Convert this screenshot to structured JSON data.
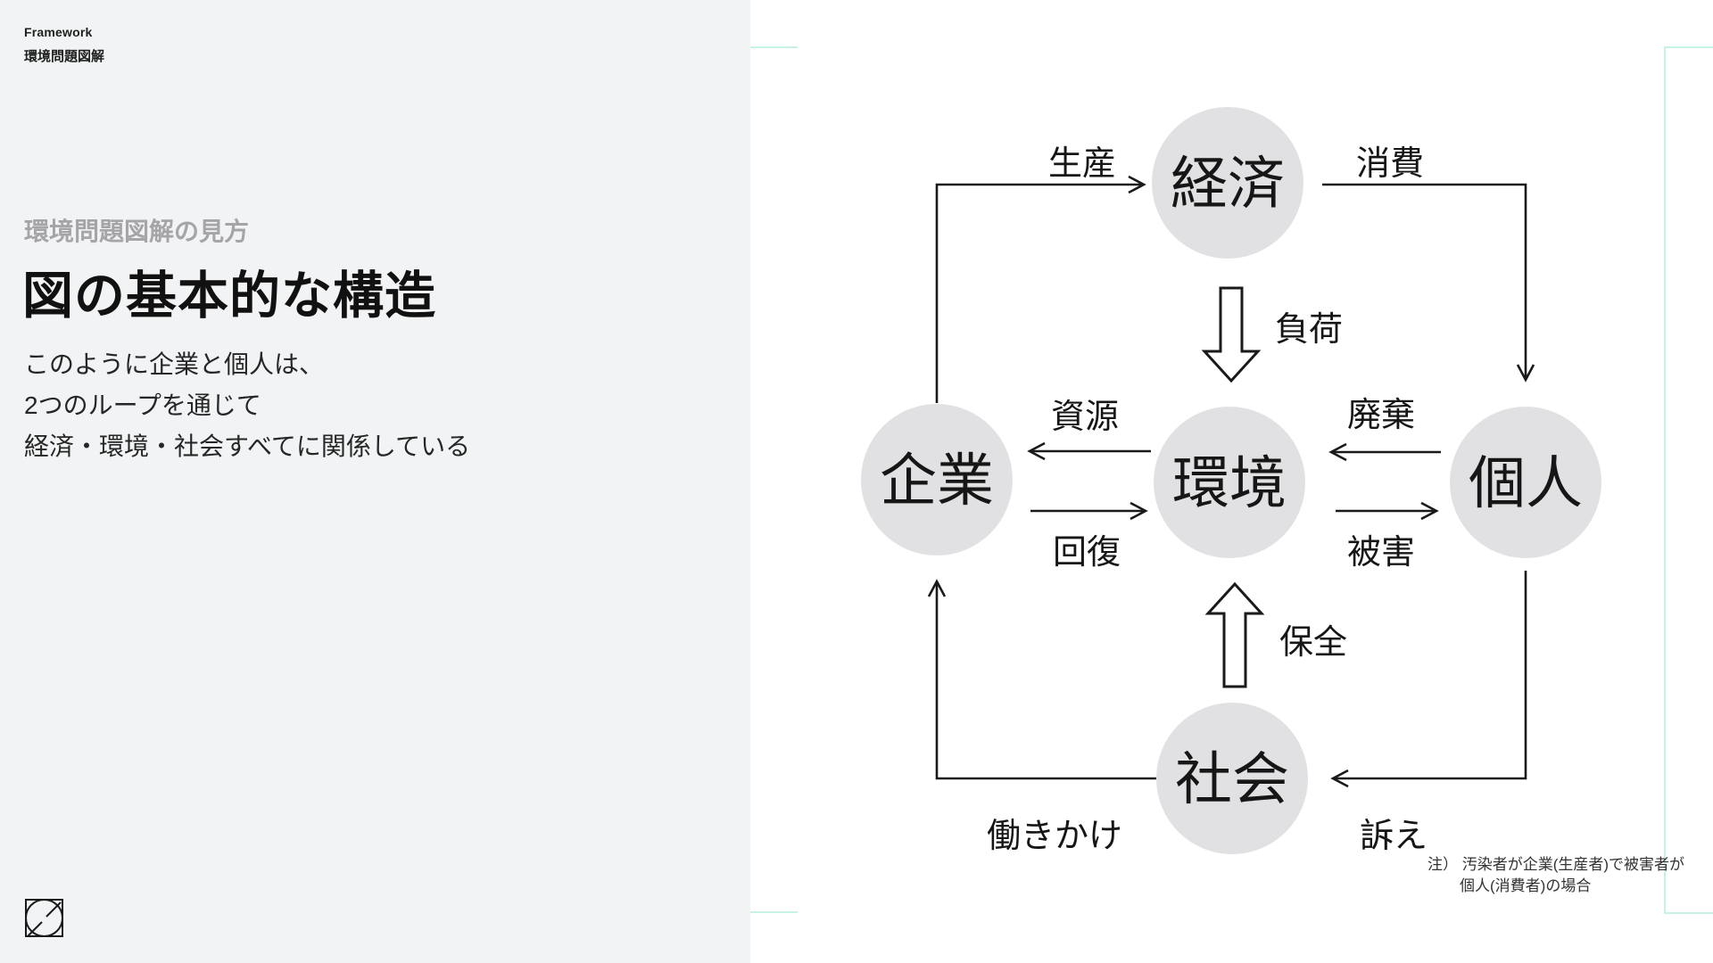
{
  "meta": {
    "eyebrow": "Framework",
    "doc_title": "環境問題図解"
  },
  "left_panel": {
    "kicker": "環境問題図解の見方",
    "title": "図の基本的な構造",
    "body_lines": [
      "このように企業と個人は、",
      "2つのループを通じて",
      "経済・環境・社会すべてに関係している"
    ]
  },
  "diagram": {
    "node_labels": {
      "economy": "経済",
      "company": "企業",
      "environment": "環境",
      "individual": "個人",
      "society": "社会"
    },
    "edge_labels": {
      "production": "生産",
      "consumption": "消費",
      "load": "負荷",
      "resources": "資源",
      "recovery": "回復",
      "disposal": "廃棄",
      "damage": "被害",
      "conservation": "保全",
      "engagement": "働きかけ",
      "appeal": "訴え"
    },
    "note_lines": [
      "注） 汚染者が企業(生産者)で被害者が",
      "個人(消費者)の場合"
    ]
  },
  "colors": {
    "panel_bg": "#f1f3f4",
    "canvas_bg": "#ffffff",
    "node_fill": "#e1e1e3",
    "ink": "#1a1a1a",
    "kicker_gray": "#a5a5a8",
    "mint_accent": "#c6f3e2"
  }
}
